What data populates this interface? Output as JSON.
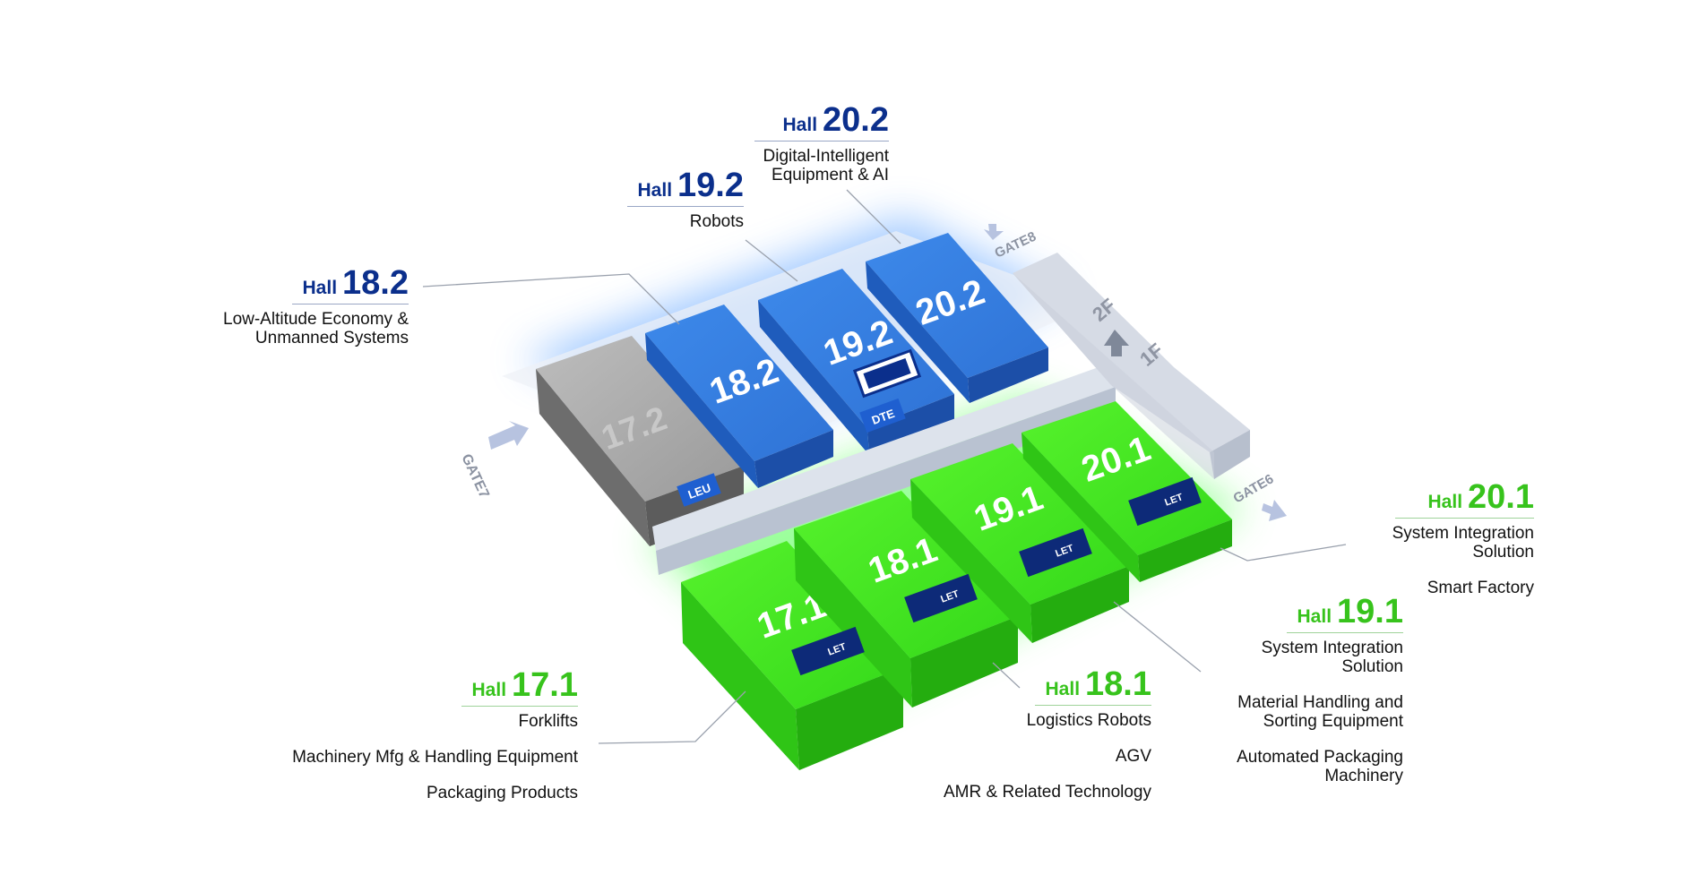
{
  "colors": {
    "blue_hall": "#2f7ae0",
    "green_hall": "#3fe51a",
    "grey_hall": "#8d8d8d",
    "title_blue": "#0b2f8c",
    "title_green": "#37c31c",
    "corridor": "#d7dde7"
  },
  "gates": {
    "gate7": "GATE7",
    "gate8": "GATE8",
    "gate6": "GATE6"
  },
  "floors": {
    "upper": "2F",
    "lower": "1F"
  },
  "blocks": {
    "b172": "17.2",
    "b182": "18.2",
    "b192": "19.2",
    "b202": "20.2",
    "b171": "17.1",
    "b181": "18.1",
    "b191": "19.1",
    "b201": "20.1"
  },
  "badges": {
    "leu": "LEU",
    "dte": "DTE",
    "let": "LET"
  },
  "halls": {
    "h202": {
      "word": "Hall",
      "number": "20.2",
      "lines": [
        "Digital-Intelligent\nEquipment & AI"
      ]
    },
    "h192": {
      "word": "Hall",
      "number": "19.2",
      "lines": [
        "Robots"
      ]
    },
    "h182": {
      "word": "Hall",
      "number": "18.2",
      "lines": [
        "Low-Altitude Economy &\nUnmanned Systems"
      ]
    },
    "h201": {
      "word": "Hall",
      "number": "20.1",
      "lines": [
        "System Integration\nSolution",
        "Smart Factory"
      ]
    },
    "h191": {
      "word": "Hall",
      "number": "19.1",
      "lines": [
        "System Integration\nSolution",
        "Material Handling and\nSorting Equipment",
        "Automated Packaging\nMachinery"
      ]
    },
    "h181": {
      "word": "Hall",
      "number": "18.1",
      "lines": [
        "Logistics Robots",
        "AGV",
        "AMR & Related Technology"
      ]
    },
    "h171": {
      "word": "Hall",
      "number": "17.1",
      "lines": [
        "Forklifts",
        "Machinery Mfg & Handling Equipment",
        "Packaging Products"
      ]
    }
  }
}
